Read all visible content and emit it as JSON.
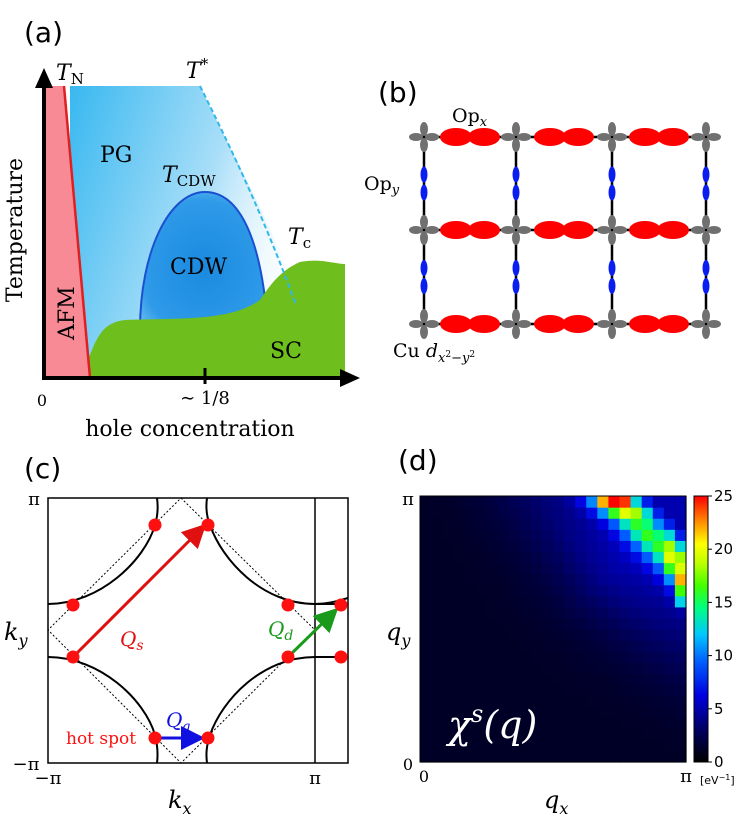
{
  "panel_a": {
    "label": "(a)",
    "y_axis_label": "Temperature",
    "x_axis_label": "hole concentration",
    "x_origin": "0",
    "x_tick": "∼ 1/8",
    "regions": {
      "afm": "AFM",
      "pg": "PG",
      "cdw": "CDW",
      "sc": "SC"
    },
    "lines": {
      "tn": {
        "base": "T",
        "sub": "N"
      },
      "tstar": {
        "base": "T",
        "sup": "*"
      },
      "tcdw": {
        "base": "T",
        "sub": "CDW"
      },
      "tc": {
        "base": "T",
        "sub": "c"
      }
    },
    "colors": {
      "afm": "#f88a96",
      "pg": "#38b8f0",
      "cdw": "#1e8ee0",
      "sc": "#6ebe1e",
      "tn_line": "#e02020",
      "tstar_line": "#30b8e8",
      "tcdw_line": "#1a50d0"
    }
  },
  "panel_b": {
    "label": "(b)",
    "opx": {
      "base": "Op",
      "sub": "x"
    },
    "opy": {
      "base": "Op",
      "sub": "y"
    },
    "cu": {
      "base": "Cu ",
      "orbital": "d",
      "sub": "x",
      "sub_sup1": "2",
      "sub_mid": "−y",
      "sub_sup2": "2"
    },
    "colors": {
      "px": "#ff0000",
      "py": "#0a1ef0",
      "cu": "#707070"
    }
  },
  "panel_c": {
    "label": "(c)",
    "y_top": "π",
    "y_bottom": "−π",
    "x_left": "−π",
    "x_right": "π",
    "y_axis_label": {
      "base": "k",
      "sub": "y"
    },
    "x_axis_label": {
      "base": "k",
      "sub": "x"
    },
    "arrows": {
      "qs": {
        "base": "Q",
        "sub": "s",
        "color": "#e01010"
      },
      "qd": {
        "base": "Q",
        "sub": "d",
        "color": "#1a9a1a"
      },
      "qa": {
        "base": "Q",
        "sub": "a",
        "color": "#1010e0"
      }
    },
    "hot_spot": "hot spot",
    "hot_spot_color": "#ff1010"
  },
  "panel_d": {
    "label": "(d)",
    "y_top": "π",
    "y_bottom": "0",
    "x_left": "0",
    "x_right": "π",
    "x_axis_label": {
      "base": "q",
      "sub": "x"
    },
    "y_axis_label": {
      "base": "q",
      "sub": "y"
    },
    "map_title": {
      "base": "χ",
      "sup": "s",
      "arg": "(q)"
    },
    "colorbar": {
      "ticks": [
        "25",
        "20",
        "15",
        "10",
        "5",
        "0"
      ],
      "unit": "[eV",
      "unit_sup": "−1",
      "unit_end": "]",
      "range": [
        0,
        25
      ]
    }
  }
}
